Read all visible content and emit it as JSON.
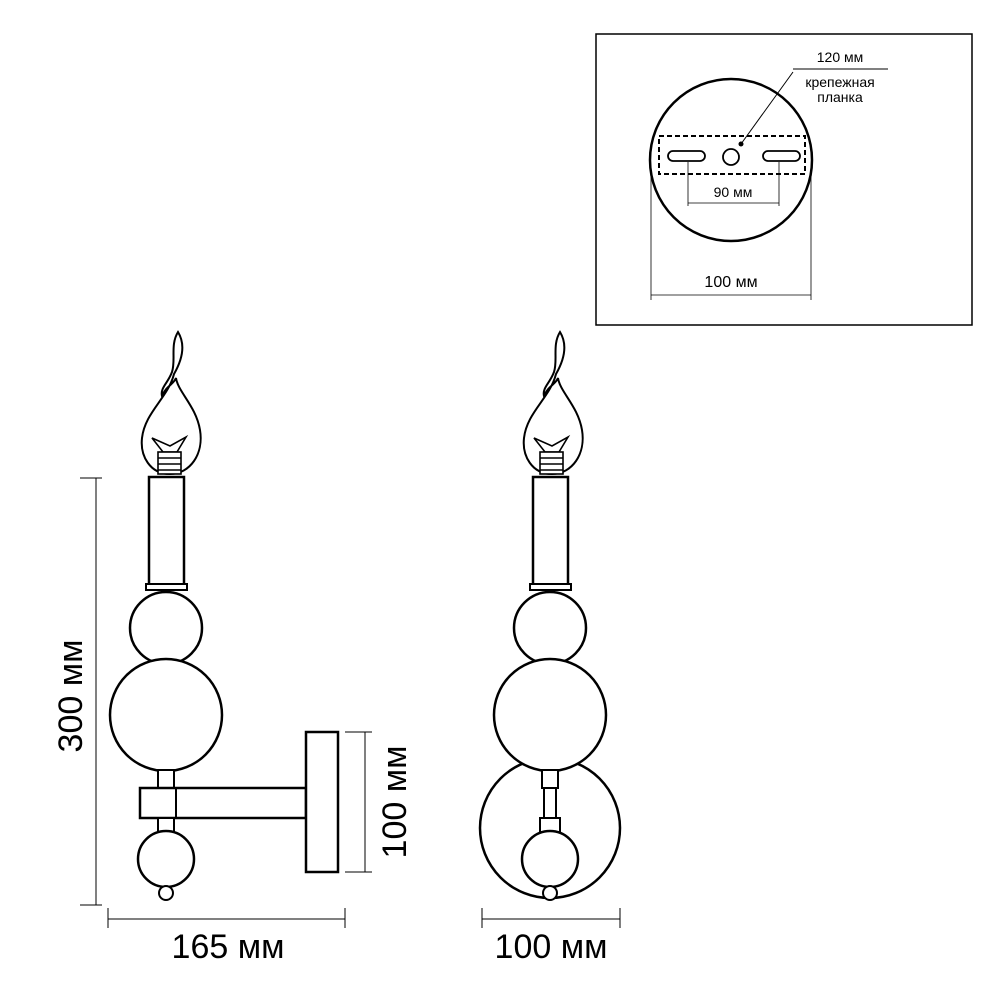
{
  "mounting": {
    "plate_width": "120 мм",
    "plate_label_line1": "крепежная",
    "plate_label_line2": "планка",
    "hole_spacing": "90 мм",
    "base_diameter": "100 мм"
  },
  "side_view": {
    "height": "300 мм",
    "wall_bracket_height": "100 мм",
    "projection": "165 мм"
  },
  "front_view": {
    "width": "100 мм"
  }
}
